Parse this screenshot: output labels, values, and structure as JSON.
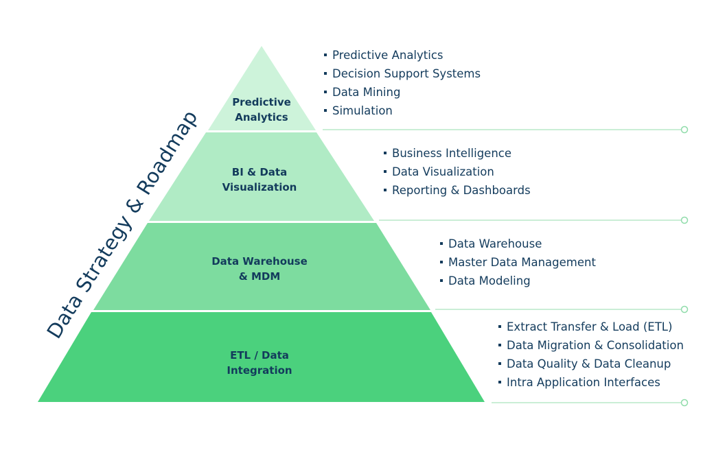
{
  "title": "Data Strategy & Roadmap",
  "colors": {
    "text": "#133b5c",
    "tier1": "#cdf3da",
    "tier2": "#b0ebc5",
    "tier3": "#7ddc9f",
    "tier4": "#4bd17d",
    "connector": "#b9e9c9"
  },
  "tiers": [
    {
      "label_line1": "Predictive",
      "label_line2": "Analytics",
      "items": [
        "Predictive Analytics",
        "Decision Support Systems",
        "Data Mining",
        "Simulation"
      ]
    },
    {
      "label_line1": "BI & Data",
      "label_line2": "Visualization",
      "items": [
        "Business Intelligence",
        "Data Visualization",
        "Reporting & Dashboards"
      ]
    },
    {
      "label_line1": "Data Warehouse",
      "label_line2": "& MDM",
      "items": [
        "Data Warehouse",
        "Master Data Management",
        "Data Modeling"
      ]
    },
    {
      "label_line1": "ETL / Data",
      "label_line2": "Integration",
      "items": [
        "Extract Transfer & Load (ETL)",
        "Data Migration & Consolidation",
        "Data Quality & Data Cleanup",
        "Intra Application Interfaces"
      ]
    }
  ]
}
